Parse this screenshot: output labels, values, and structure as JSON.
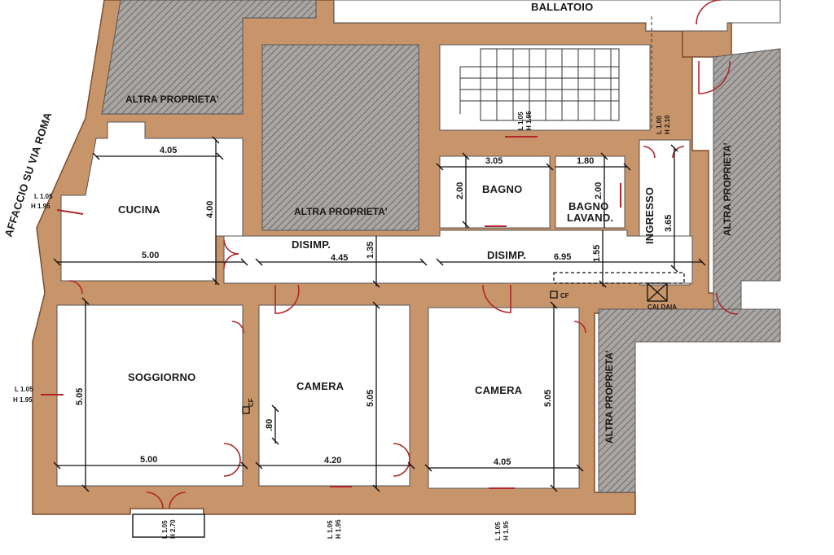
{
  "colors": {
    "wall": "#c8946a",
    "wall_edge": "#7a4f30",
    "room": "#ffffff",
    "other_property": "#9b9795",
    "door_red": "#b0262b"
  },
  "labels": {
    "ballatoio": "BALLATOIO",
    "affaccio": "AFFACCIO SU VIA ROMA",
    "cucina": "CUCINA",
    "bagno": "BAGNO",
    "bagno_lavand_1": "BAGNO",
    "bagno_lavand_2": "LAVAND.",
    "ingresso": "INGRESSO",
    "disimp_1": "DISIMP.",
    "disimp_2": "DISIMP.",
    "soggiorno": "SOGGIORNO",
    "camera_1": "CAMERA",
    "camera_2": "CAMERA",
    "caldaia": "CALDAIA",
    "cf_1": "CF",
    "cf_2": "CF",
    "altra_1": "ALTRA PROPRIETA'",
    "altra_2": "ALTRA PROPRIETA'",
    "altra_3": "ALTRA PROPRIETA'",
    "altra_4": "ALTRA PROPRIETA'"
  },
  "dimensions": {
    "cucina_w": "4.05",
    "cucina_h": "4.00",
    "cucina_bottom": "5.00",
    "disimp_w": "4.45",
    "disimp_h": "1.35",
    "disimp2_w": "6.95",
    "disimp2_h": "1.55",
    "bagno_w": "3.05",
    "bagno_h": "2.00",
    "lavand_w": "1.80",
    "lavand_h": "2.00",
    "ingresso_h": "3.65",
    "soggiorno_h": "5.05",
    "soggiorno_w": "5.00",
    "camera1_h": "5.05",
    "camera1_w": "4.20",
    "camera1_door_offset": ".80",
    "camera2_h": "5.05",
    "camera2_w": "4.05"
  },
  "windows": {
    "cucina_l": "L 1.05",
    "cucina_h": "H 1.95",
    "soggiorno_l": "L 1.05",
    "soggiorno_h": "H 1.95",
    "soggiorno_bottom_l": "L 1.05",
    "soggiorno_bottom_h": "H 2.70",
    "camera1_l": "L 1.05",
    "camera1_h": "H 1.95",
    "camera2_l": "L 1.05",
    "camera2_h": "H 1.95",
    "bagno_l": "L 1.05",
    "bagno_h": "H 1.95",
    "ingresso_l": "L 1.00",
    "ingresso_h": "H 2.10"
  }
}
